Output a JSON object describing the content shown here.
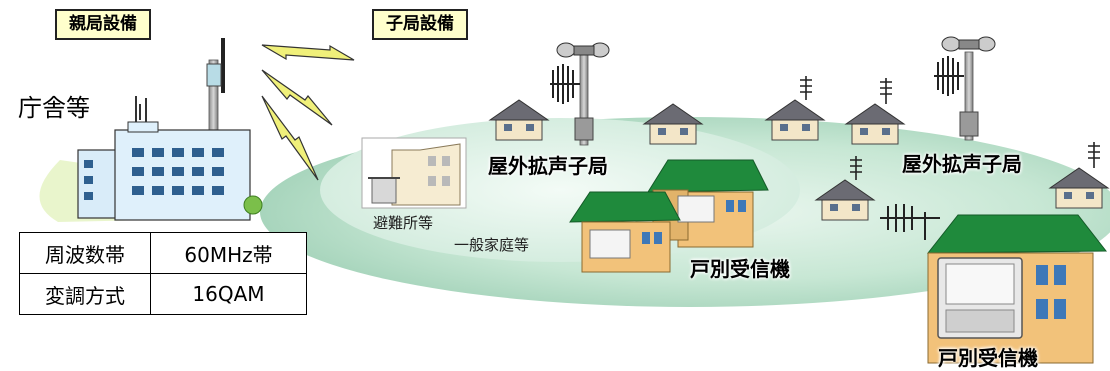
{
  "labels": {
    "parent_station": "親局設備",
    "child_station": "子局設備",
    "government_office": "庁舎等",
    "outdoor_speaker_1": "屋外拡声子局",
    "outdoor_speaker_2": "屋外拡声子局",
    "evacuation_site": "避難所等",
    "general_home": "一般家庭等",
    "individual_receiver_1": "戸別受信機",
    "individual_receiver_2": "戸別受信機"
  },
  "spec_table": {
    "rows": [
      {
        "key": "周波数帯",
        "value": "60MHz帯"
      },
      {
        "key": "変調方式",
        "value": "16QAM"
      }
    ]
  },
  "colors": {
    "label_bg": "#ffffcc",
    "ellipse_outer": "#b9dec7",
    "ellipse_inner": "#d9f0e3",
    "roof_green": "#1f8a3c",
    "house_wall": "#f2c27a",
    "lightning": "#e8e870"
  },
  "icons": [
    "lightning-icon",
    "antenna-tower-icon",
    "speaker-tower-icon",
    "house-icon",
    "receiver-device-icon",
    "building-icon",
    "yagi-antenna-icon"
  ]
}
